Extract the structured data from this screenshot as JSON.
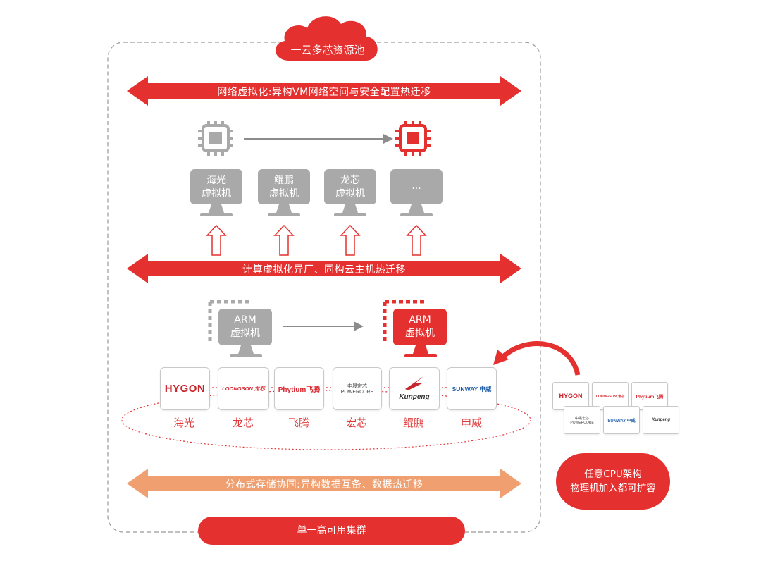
{
  "diagram": {
    "cloud_title": "一云多芯资源池",
    "network_banner": "网络虚拟化:异构VM网络空间与安全配置热迁移",
    "compute_banner": "计算虚拟化异厂、同构云主机热迁移",
    "storage_banner": "分布式存储协同:异构数据互备、数据热迁移",
    "cluster_label": "单一高可用集群",
    "expand_note_line1": "任意CPU架构",
    "expand_note_line2": "物理机加入都可扩容",
    "vms": [
      {
        "line1": "海光",
        "line2": "虚拟机"
      },
      {
        "line1": "鲲鹏",
        "line2": "虚拟机"
      },
      {
        "line1": "龙芯",
        "line2": "虚拟机"
      },
      {
        "line1": "...",
        "line2": ""
      }
    ],
    "arm_vm_left": {
      "line1": "ARM",
      "line2": "虚拟机"
    },
    "arm_vm_right": {
      "line1": "ARM",
      "line2": "虚拟机"
    },
    "vendors": [
      {
        "logo": "HYGON",
        "name": "海光"
      },
      {
        "logo": "LOONGSON 龙芯",
        "name": "龙芯"
      },
      {
        "logo": "Phytium飞腾",
        "name": "飞腾"
      },
      {
        "logo": "中晟宏芯 POWERCORE",
        "name": "宏芯"
      },
      {
        "logo": "Kunpeng",
        "name": "鲲鹏"
      },
      {
        "logo": "SUNWAY 申威",
        "name": "申威"
      }
    ],
    "side_logos": [
      "HYGON",
      "LOONGSON 龙芯",
      "Phytium飞腾",
      "中晟宏芯 POWERCORE",
      "SUNWAY 申威",
      "Kunpeng"
    ],
    "colors": {
      "red": "#e4302f",
      "orange": "#f0a070",
      "gray": "#a9a9a9",
      "dashed_border": "#9a9a9a"
    },
    "icons": [
      "cloud-icon",
      "chip-icon",
      "monitor-icon",
      "hollow-up-arrow-icon",
      "curved-arrow-icon"
    ]
  }
}
